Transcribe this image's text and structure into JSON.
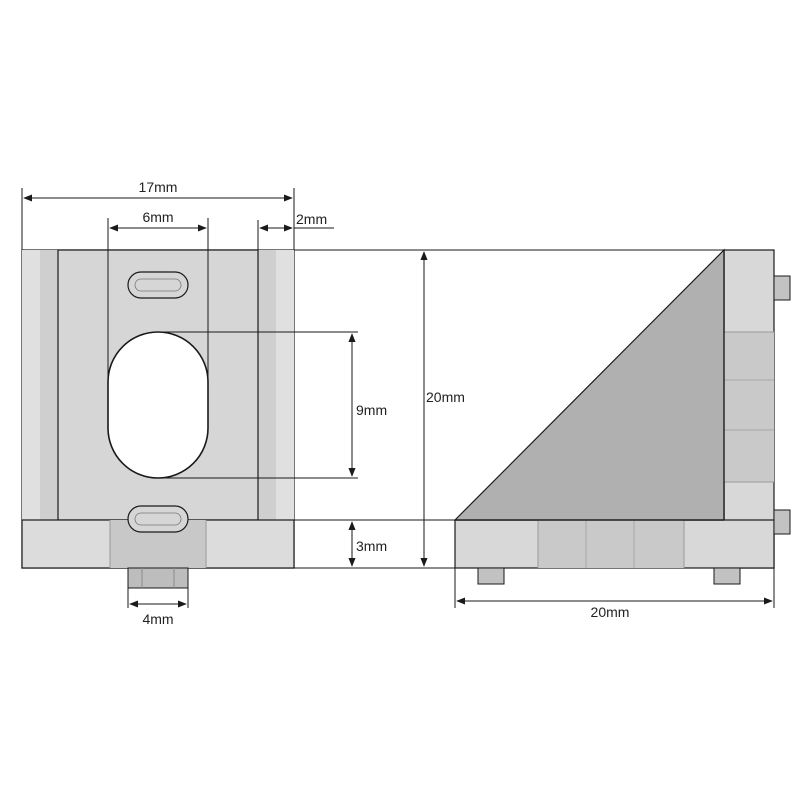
{
  "dimensions": {
    "overall_width": "17mm",
    "slot_width": "6mm",
    "side_wall": "2mm",
    "hole_height": "9mm",
    "total_height": "20mm",
    "base_thickness": "3mm",
    "nut_width": "4mm",
    "side_length": "20mm"
  },
  "colors": {
    "body": "#d8d8d8",
    "body_light": "#e4e4e4",
    "body_dark": "#c6c6c6",
    "diagonal_face": "#b0b0b0",
    "outline": "#1a1a1a",
    "hole": "#ffffff"
  }
}
